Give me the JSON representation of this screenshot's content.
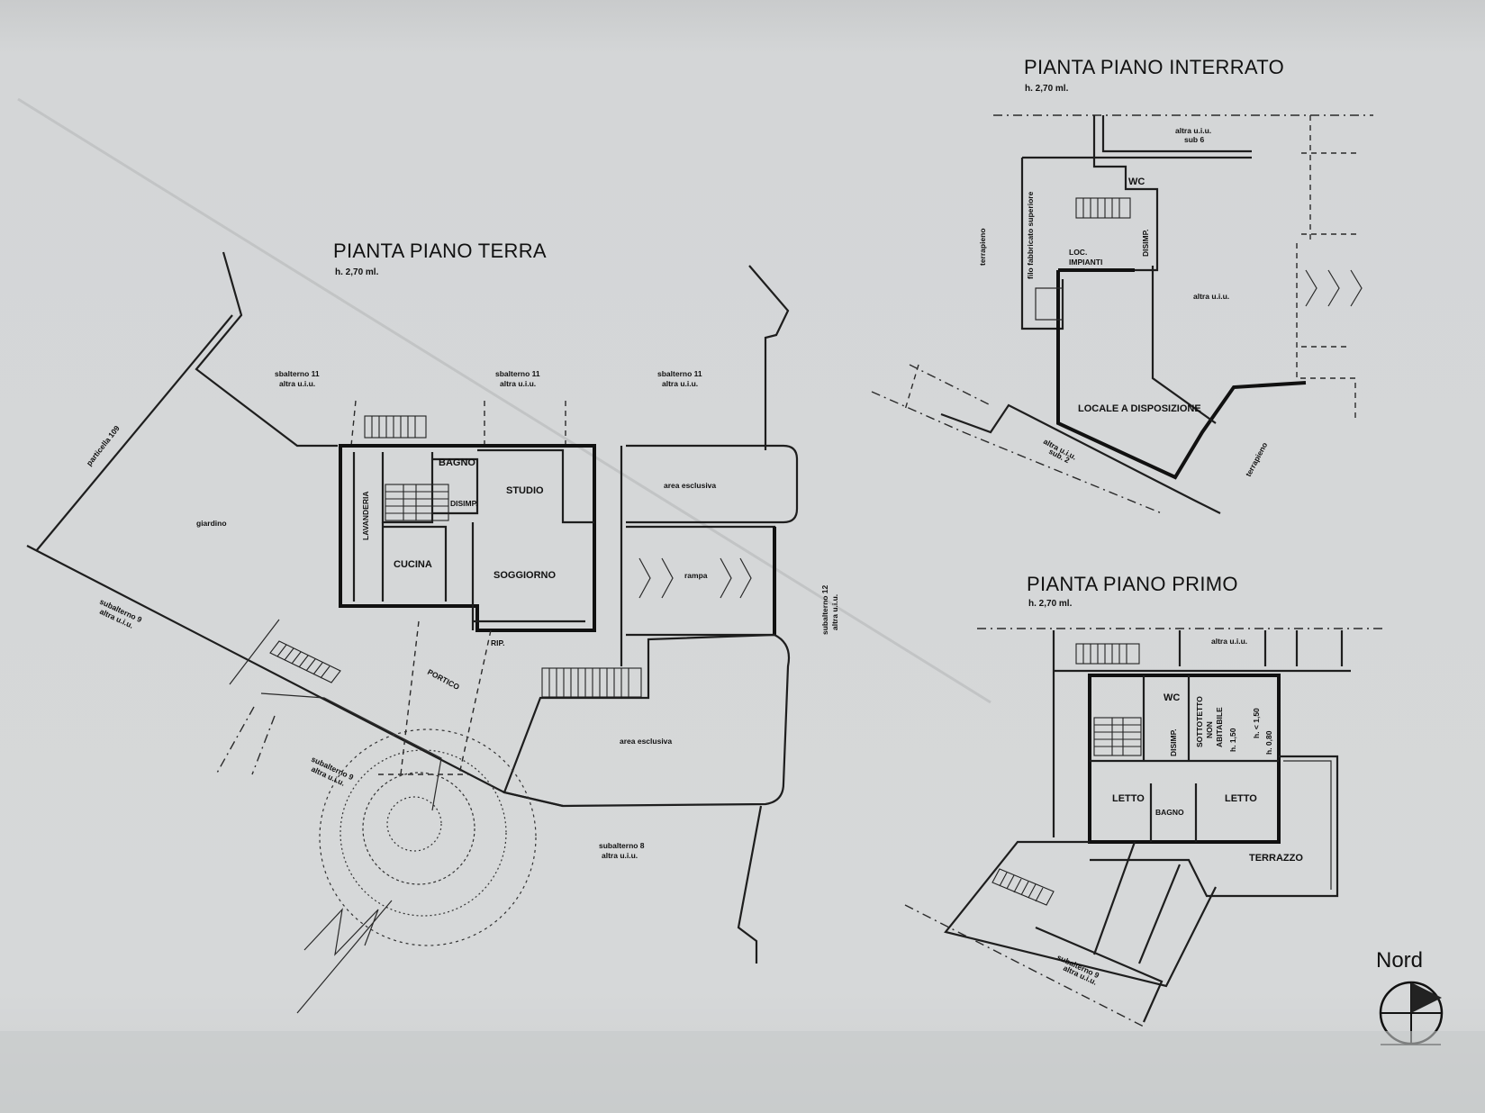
{
  "plans": {
    "terra": {
      "title": "PIANTA PIANO TERRA",
      "height": "h. 2,70 ml.",
      "labels": {
        "sub11_left_1": "sbalterno 11",
        "sub11_left_2": "altra u.i.u.",
        "sub11_mid_1": "sbalterno 11",
        "sub11_mid_2": "altra u.i.u.",
        "sub11_right_1": "sbalterno 11",
        "sub11_right_2": "altra u.i.u.",
        "particella": "particella 109",
        "giardino": "giardino",
        "bagno": "BAGNO",
        "studio": "STUDIO",
        "disimp": "DISIMP.",
        "lavanderia": "LAVANDERIA",
        "cucina": "CUCINA",
        "soggiorno": "SOGGIORNO",
        "rip": "RIP.",
        "portico": "PORTICO",
        "area_esclusiva_top": "area esclusiva",
        "rampa": "rampa",
        "area_esclusiva_bottom": "area esclusiva",
        "sub9_a_1": "subalterno 9",
        "sub9_a_2": "altra u.i.u.",
        "sub9_b_1": "subalterno 9",
        "sub9_b_2": "altra u.i.u.",
        "sub8_1": "subalterno 8",
        "sub8_2": "altra u.i.u.",
        "sub12_1": "subalterno 12",
        "sub12_2": "altra u.i.u."
      }
    },
    "interrato": {
      "title": "PIANTA PIANO INTERRATO",
      "height": "h. 2,70 ml.",
      "labels": {
        "altra_sub6_1": "altra u.i.u.",
        "altra_sub6_2": "sub 6",
        "wc": "WC",
        "terrapieno_left": "terrapieno",
        "filo": "filo fabbricato superiore",
        "loc_1": "LOC.",
        "loc_2": "IMPIANTI",
        "disimp": "DISIMP.",
        "altra_uiu": "altra u.i.u.",
        "locale": "LOCALE A DISPOSIZIONE",
        "altra_sub2_1": "altra u.i.u.",
        "altra_sub2_2": "sub. 2",
        "terrapieno_right": "terrapieno"
      }
    },
    "primo": {
      "title": "PIANTA PIANO PRIMO",
      "height": "h. 2,70 ml.",
      "labels": {
        "altra_uiu": "altra u.i.u.",
        "wc": "WC",
        "sottotetto_1": "SOTTOTETTO",
        "sottotetto_2": "NON",
        "sottotetto_3": "ABITABILE",
        "h_150": "h. < 1,50",
        "h_a": "h. 1,50",
        "h_b": "h. 0,80",
        "disimp": "DISIMP.",
        "letto_left": "LETTO",
        "letto_right": "LETTO",
        "bagno": "BAGNO",
        "terrazzo": "TERRAZZO",
        "sub9_1": "subalterno 9",
        "sub9_2": "altra u.i.u."
      }
    }
  },
  "nord": "Nord"
}
